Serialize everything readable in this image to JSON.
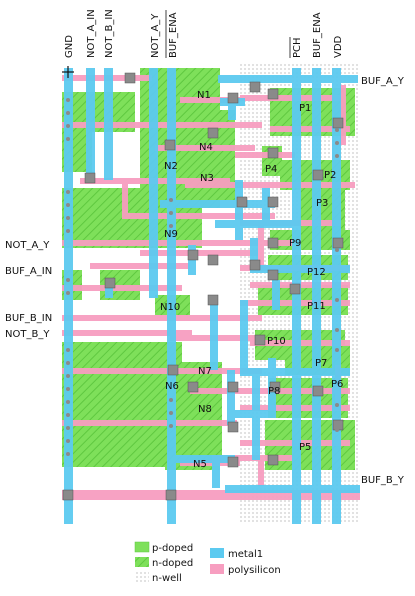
{
  "top_pins": [
    {
      "id": "gnd",
      "text": "GND",
      "overline": false,
      "color": "#111111"
    },
    {
      "id": "not_a_in",
      "text": "NOT_A_IN",
      "overline": false,
      "color": "#111111"
    },
    {
      "id": "not_b_in",
      "text": "NOT_B_IN",
      "overline": false,
      "color": "#111111"
    },
    {
      "id": "not_a_y",
      "text": "NOT_A_Y",
      "overline": false,
      "color": "#111111"
    },
    {
      "id": "buf_ena_bar",
      "text": "BUF_ENA",
      "overline": true,
      "color": "#111111"
    },
    {
      "id": "pch_bar",
      "text": "PCH",
      "overline": true,
      "color": "#111111"
    },
    {
      "id": "buf_ena",
      "text": "BUF_ENA",
      "overline": false,
      "color": "#111111"
    },
    {
      "id": "vdd",
      "text": "VDD",
      "overline": false,
      "color": "#e02020"
    }
  ],
  "left_pins": [
    "NOT_A_Y",
    "BUF_A_IN",
    "BUF_B_IN",
    "NOT_B_Y"
  ],
  "right_pins": [
    "BUF_A_Y",
    "BUF_B_Y"
  ],
  "transistors": [
    "N1",
    "N2",
    "N3",
    "N4",
    "N5",
    "N6",
    "N7",
    "N8",
    "N9",
    "N10",
    "P1",
    "P2",
    "P3",
    "P4",
    "P5",
    "P6",
    "P7",
    "P8",
    "P9",
    "P10",
    "P11",
    "P12"
  ],
  "legend": [
    {
      "key": "p",
      "label": "p-doped"
    },
    {
      "key": "n",
      "label": "n-doped"
    },
    {
      "key": "well",
      "label": "n-well"
    },
    {
      "key": "metal",
      "label": "metal1"
    },
    {
      "key": "poly",
      "label": "polysilicon"
    }
  ],
  "colors": {
    "diffusion": "#7ee05a",
    "metal1": "#5ccaf0",
    "poly": "#f79ec0",
    "contact": "#8a8a8a",
    "nwell_dots": "#9a9a9a"
  }
}
